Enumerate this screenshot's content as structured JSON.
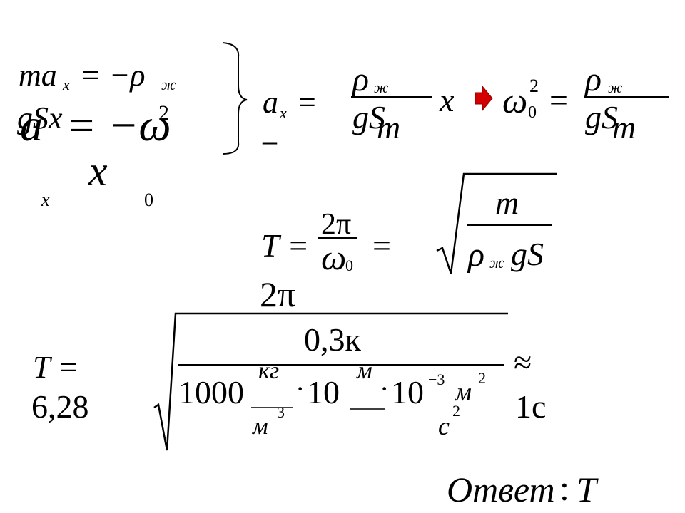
{
  "formula1": {
    "lhs": "ma",
    "sub_x": "x",
    "eq_minus": "= −ρ",
    "sub_zh": "ж",
    "gSx": "gSx"
  },
  "formula2": {
    "a": "a",
    "eq_minus_omega": "= −ω",
    "sup2": "2",
    "x": "x",
    "sub_x": "x",
    "sub_0": "0"
  },
  "formula3": {
    "a": "a",
    "sub_x": "x",
    "eq": "=",
    "minus": "–",
    "rho": "ρ",
    "sub_zh": "ж",
    "gS": "gS",
    "m": "m",
    "x": "x"
  },
  "formula4": {
    "omega": "ω",
    "sup2": "2",
    "sub0": "0",
    "eq": "=",
    "rho": "ρ",
    "sub_zh": "ж",
    "gS": "gS",
    "m": "m"
  },
  "formula5": {
    "T_eq": "T =",
    "two_pi_num": "2π",
    "omega": "ω",
    "sub0": "0",
    "eq2": "=",
    "two_pi": "2π",
    "m": "m",
    "rho": "ρ",
    "sub_zh": "ж",
    "gS": "gS"
  },
  "formula6": {
    "T_eq": "T =",
    "value": "6,28",
    "num": "0,3к",
    "den_1000": "1000",
    "kg": "кг",
    "m3": "м",
    "sup3": "3",
    "dot1": "·",
    "ten": "10",
    "m_unit": "м",
    "c": "с",
    "sup2c": "2",
    "dot2": "·",
    "ten_exp": "10",
    "exp": "−3",
    "m2": "м",
    "sup2m": "2",
    "approx": "≈",
    "result": "1с"
  },
  "answer": {
    "label": "Ответ",
    "colon": ":",
    "T": "T"
  }
}
